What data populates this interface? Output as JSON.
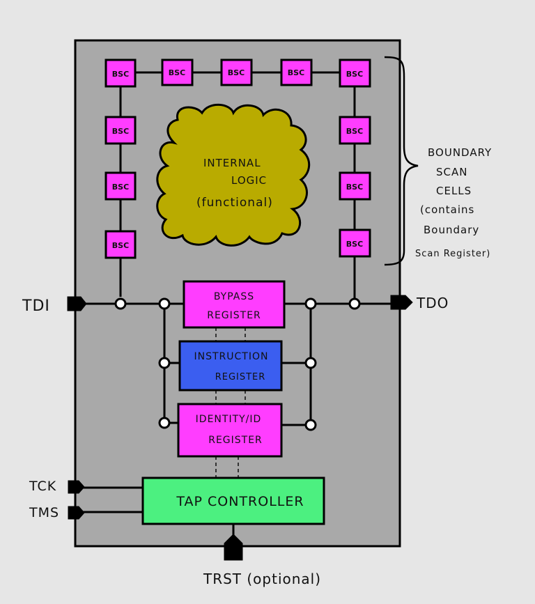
{
  "cell_label": "BSC",
  "internal_logic": {
    "line1": "INTERNAL",
    "line2": "LOGIC",
    "line3": "(functional)"
  },
  "registers": {
    "bypass": {
      "line1": "BYPASS",
      "line2": "REGISTER"
    },
    "instruction": {
      "line1": "INSTRUCTION",
      "line2": "REGISTER"
    },
    "identity": {
      "line1": "IDENTITY/ID",
      "line2": "REGISTER"
    }
  },
  "tap_controller": "TAP CONTROLLER",
  "pins": {
    "tdi": "TDI",
    "tdo": "TDO",
    "tck": "TCK",
    "tms": "TMS",
    "trst": "TRST (optional)"
  },
  "boundary_note": {
    "line1": "BOUNDARY",
    "line2": "SCAN",
    "line3": "CELLS",
    "line4": "(contains",
    "line5": "Boundary",
    "line6": "Scan Register)"
  },
  "colors": {
    "chip_body": "#a9a9a9",
    "bsc_cell": "#ff3dff",
    "internal_logic": "#b9ab00",
    "bypass_register": "#ff3dff",
    "instruction_register": "#3b5ef0",
    "identity_register": "#ff3dff",
    "tap_controller": "#4cf080",
    "background": "#e6e6e6"
  }
}
